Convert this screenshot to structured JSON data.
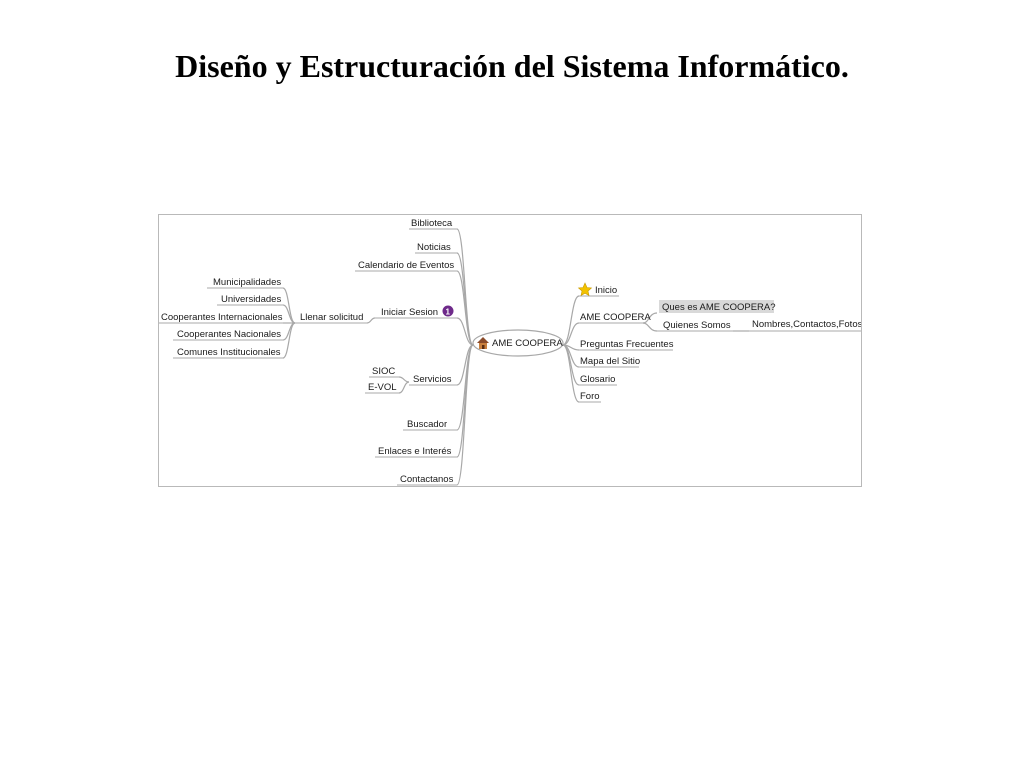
{
  "slide": {
    "title": "Diseño y Estructuración del Sistema Informático."
  },
  "mindmap": {
    "root": "AME COOPERA",
    "left_branches": {
      "biblioteca": "Biblioteca",
      "noticias": "Noticias",
      "calendario": "Calendario de Eventos",
      "iniciar_sesion": "Iniciar Sesion",
      "iniciar_sesion_badge": "1",
      "llenar_solicitud": "Llenar solicitud",
      "municipalidades": "Municipalidades",
      "universidades": "Universidades",
      "cooperantes_internacionales": "Cooperantes Internacionales",
      "cooperantes_nacionales": "Cooperantes Nacionales",
      "comunes_institucionales": "Comunes Institucionales",
      "servicios": "Servicios",
      "sioc": "SIOC",
      "evol": "E-VOL",
      "buscador": "Buscador",
      "enlaces": "Enlaces e Interés",
      "contactanos": "Contactanos"
    },
    "right_branches": {
      "inicio": "Inicio",
      "ame_coopera": "AME COOPERA",
      "ques_es": "Ques es AME COOPERA?",
      "quienes_somos": "Quienes Somos",
      "nombres": "Nombres,Contactos,Fotos",
      "preguntas": "Preguntas Frecuentes",
      "mapa": "Mapa del Sitio",
      "glosario": "Glosario",
      "foro": "Foro"
    },
    "colors": {
      "line": "#a8a8a8",
      "root_fill": "#ffffff",
      "highlight": "#d9d9d9",
      "badge": "#6e2a8a",
      "star": "#f2c200",
      "house": "#8a4b2a"
    }
  }
}
